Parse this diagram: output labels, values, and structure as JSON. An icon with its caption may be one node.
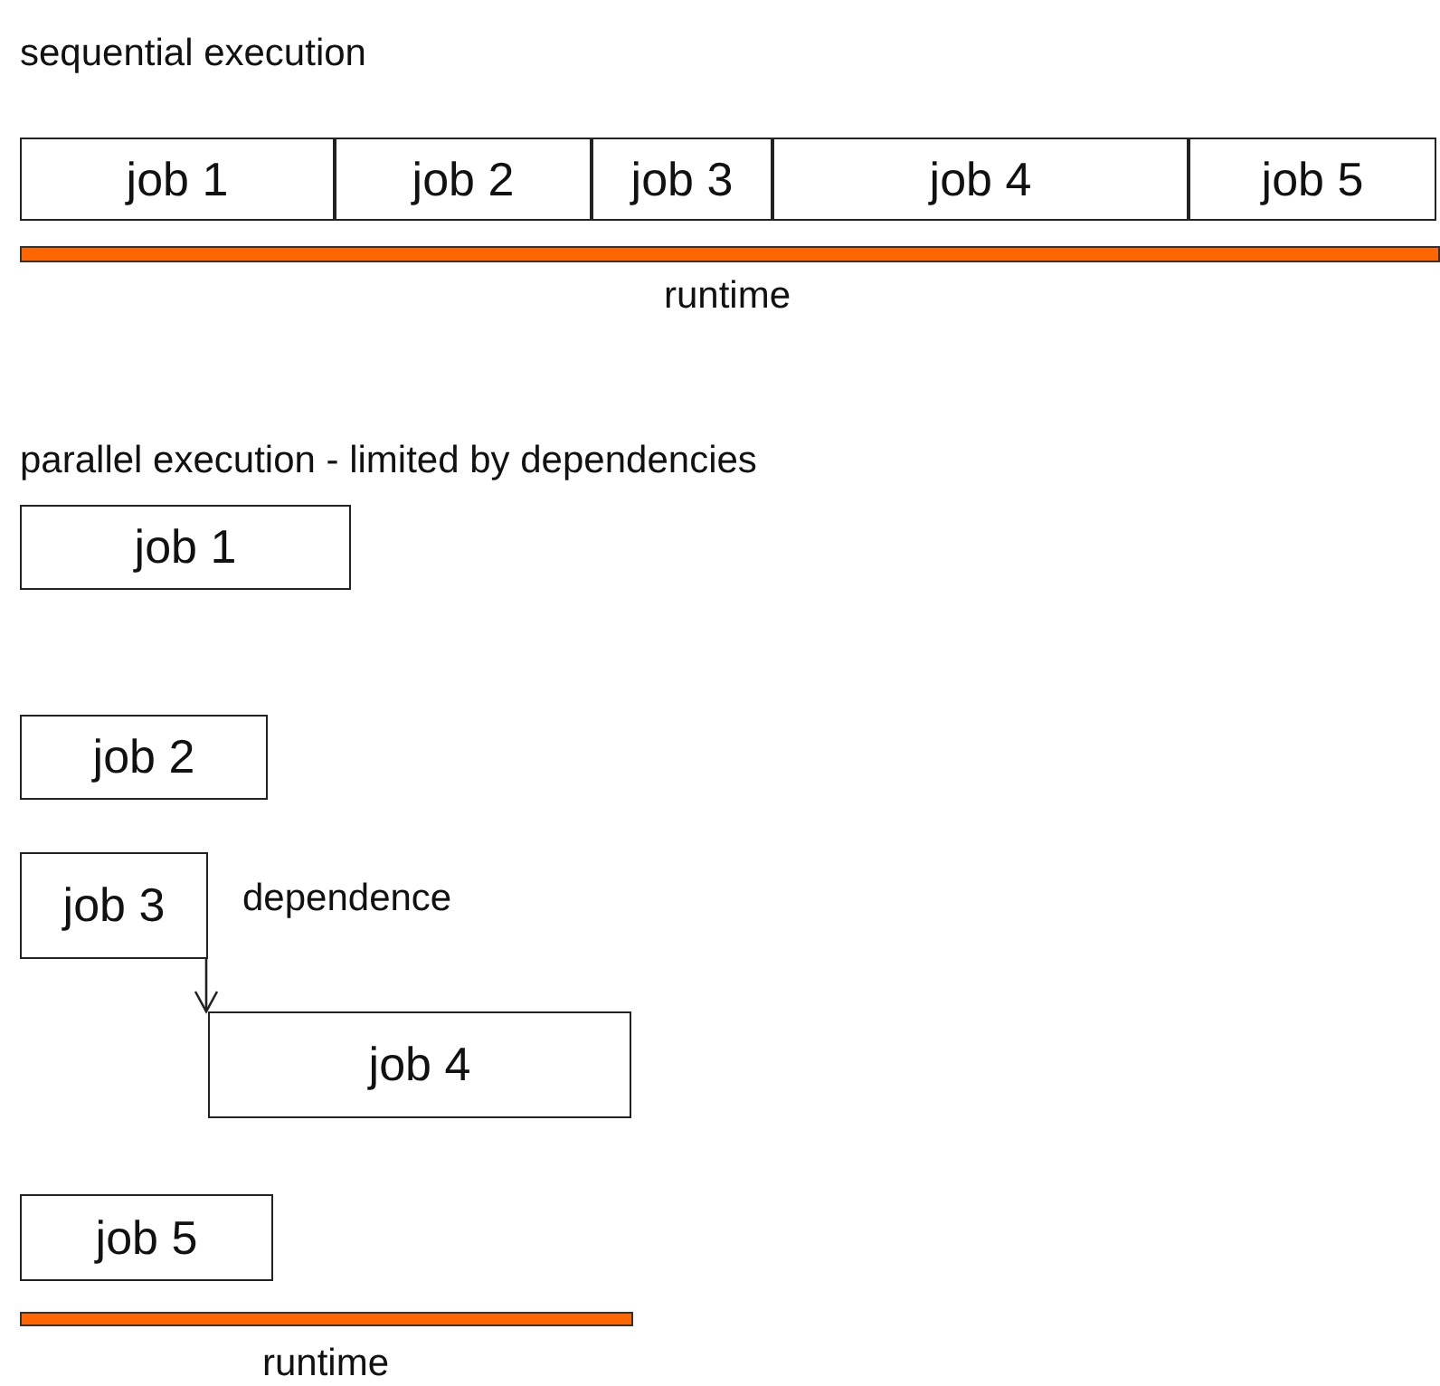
{
  "diagram": {
    "nodes": [
      {
        "text": [
          "job 1"
        ]
      },
      {
        "text": [
          "job 2"
        ]
      },
      {
        "text": [
          "job 3"
        ]
      },
      {
        "text": [
          "job 4"
        ]
      },
      {
        "text": [
          "job 5"
        ]
      },
      {
        "text": [
          "job 1"
        ]
      },
      {
        "text": [
          "job 2"
        ]
      },
      {
        "text": [
          "job 3"
        ]
      },
      {
        "text": [
          "job 4"
        ]
      },
      {
        "text": [
          "job 5"
        ]
      }
    ],
    "edges": [
      {
        "from": 7,
        "to": 8,
        "arrow": "to",
        "label": "dependence"
      }
    ],
    "labels": [
      "sequential execution",
      "runtime",
      "parallel execution - limited by dependencies",
      "runtime"
    ]
  }
}
